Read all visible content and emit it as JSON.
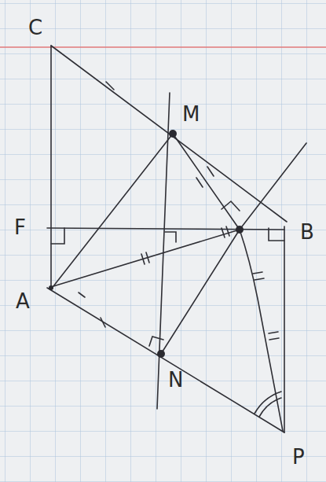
{
  "diagram": {
    "labels": [
      "C",
      "M",
      "F",
      "B",
      "A",
      "N",
      "P"
    ]
  }
}
